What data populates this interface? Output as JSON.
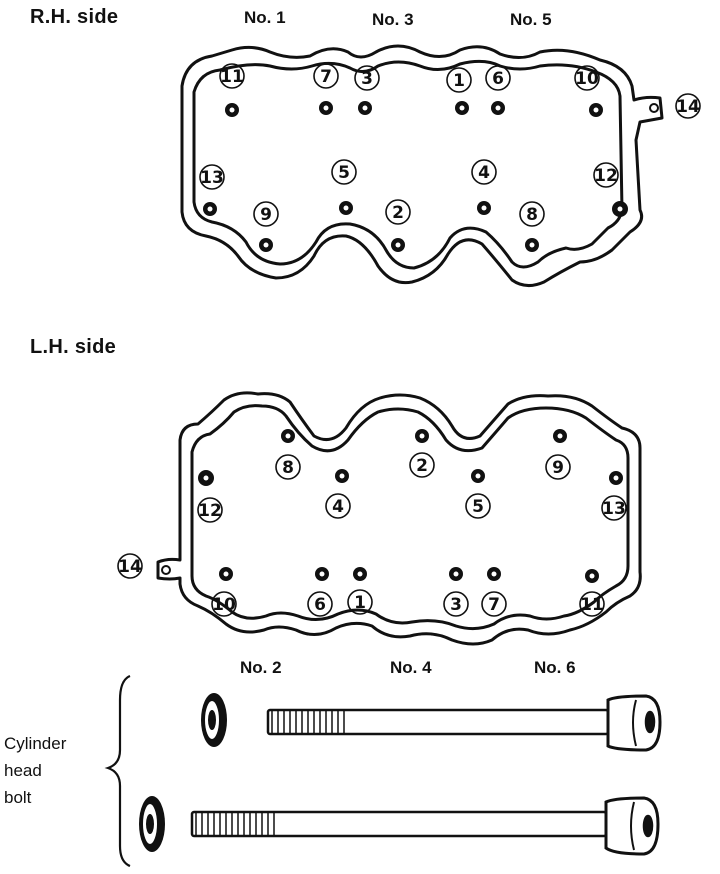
{
  "rh": {
    "title": "R.H. side",
    "cylinders": [
      "No. 1",
      "No. 3",
      "No. 5"
    ],
    "bolts": [
      {
        "n": "11"
      },
      {
        "n": "7"
      },
      {
        "n": "3"
      },
      {
        "n": "1"
      },
      {
        "n": "6"
      },
      {
        "n": "10"
      },
      {
        "n": "13"
      },
      {
        "n": "5"
      },
      {
        "n": "4"
      },
      {
        "n": "12"
      },
      {
        "n": "9"
      },
      {
        "n": "2"
      },
      {
        "n": "8"
      },
      {
        "n": "14"
      }
    ]
  },
  "lh": {
    "title": "L.H. side",
    "cylinders": [
      "No. 2",
      "No. 4",
      "No. 6"
    ],
    "bolts": [
      {
        "n": "8"
      },
      {
        "n": "2"
      },
      {
        "n": "9"
      },
      {
        "n": "4"
      },
      {
        "n": "5"
      },
      {
        "n": "12"
      },
      {
        "n": "13"
      },
      {
        "n": "10"
      },
      {
        "n": "6"
      },
      {
        "n": "1"
      },
      {
        "n": "3"
      },
      {
        "n": "7"
      },
      {
        "n": "11"
      },
      {
        "n": "14"
      }
    ]
  },
  "bolt_caption": [
    "Cylinder",
    "head",
    "bolt"
  ]
}
